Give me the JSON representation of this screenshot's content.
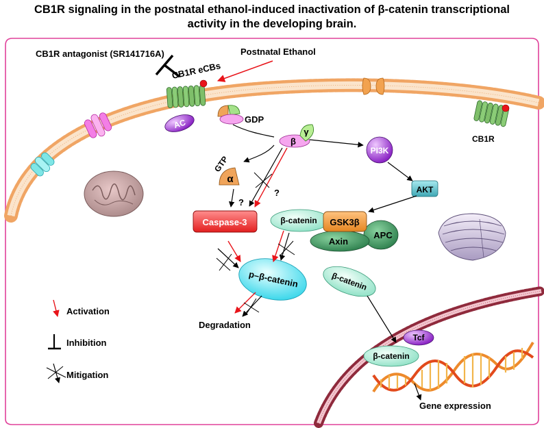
{
  "title": {
    "line1": "CB1R signaling in the postnatal ethanol-induced inactivation of β-catenin transcriptional",
    "line2": "activity in the developing brain."
  },
  "labels": {
    "antagonist": "CB1R antagonist (SR141716A)",
    "ethanol": "Postnatal Ethanol",
    "cb1r_ecbs": "CB1R eCBs",
    "cb1r_right": "CB1R",
    "ac": "AC",
    "gdp": "GDP",
    "gtp": "GTP",
    "alpha": "α",
    "beta": "β",
    "gamma": "γ",
    "pi3k": "PI3K",
    "akt": "AKT",
    "caspase": "Caspase-3",
    "q1": "?",
    "q2": "?",
    "bcat_complex": "β-catenin",
    "gsk": "GSK3β",
    "axin": "Axin",
    "apc": "APC",
    "p_bcat": "p–β-catenin",
    "bcat_free": "β-catenin",
    "degradation": "Degradation",
    "tcf": "Tcf",
    "bcat_nuc": "β-catenin",
    "gene": "Gene expression"
  },
  "legend": {
    "activation": "Activation",
    "inhibition": "Inhibition",
    "mitigation": "Mitigation"
  },
  "colors": {
    "activation": "#e8141a",
    "membrane": "#f4b27a",
    "cell_border": "#e0409a"
  }
}
